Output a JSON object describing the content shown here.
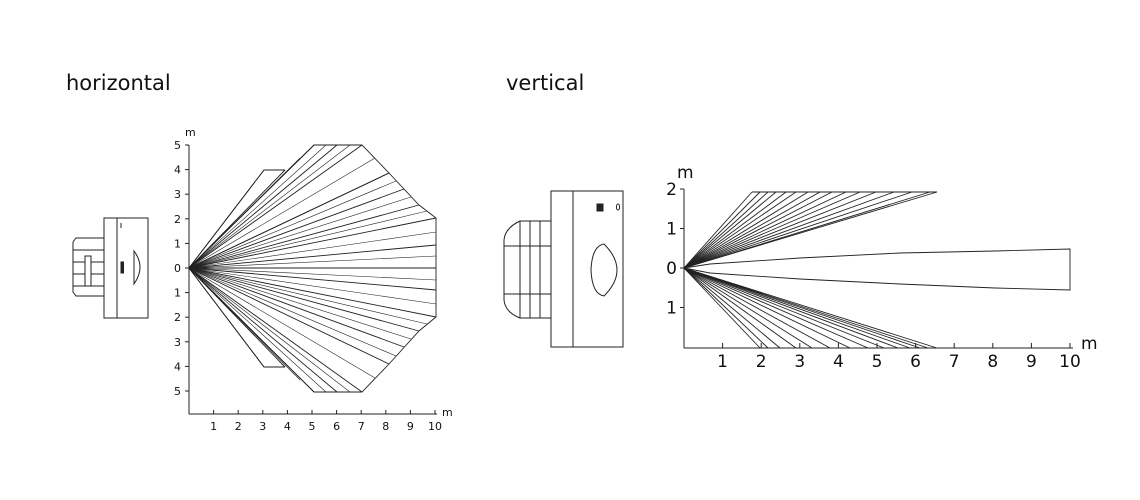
{
  "titles": {
    "horizontal": "horizontal",
    "vertical": "vertical"
  },
  "horizontal_diagram": {
    "unit_label_y": "m",
    "unit_label_x": "m",
    "y_tick_labels": [
      "5",
      "4",
      "3",
      "2",
      "1",
      "0",
      "1",
      "2",
      "3",
      "4",
      "5"
    ],
    "x_tick_labels": [
      "1",
      "2",
      "3",
      "4",
      "5",
      "6",
      "7",
      "8",
      "9",
      "10"
    ]
  },
  "vertical_diagram": {
    "unit_label_y": "m",
    "unit_label_x": "m",
    "y_tick_labels": [
      "2",
      "1",
      "0",
      "1"
    ],
    "x_tick_labels": [
      "1",
      "2",
      "3",
      "4",
      "5",
      "6",
      "7",
      "8",
      "9",
      "10"
    ]
  },
  "colors": {
    "line": "#222222",
    "background": "#ffffff"
  }
}
